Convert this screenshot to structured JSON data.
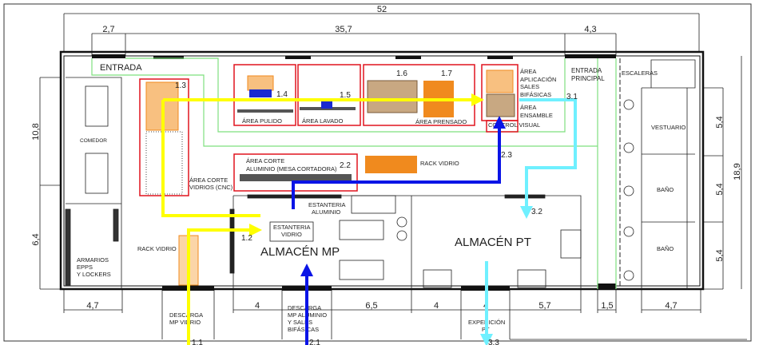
{
  "title": "Layout planta",
  "colors": {
    "zone_border": "#e0141e",
    "aisle": "#7ee07e",
    "flow_1": "#ffff00",
    "flow_2": "#0a14e6",
    "flow_3": "#6ff0ff",
    "equipment": "#f08a1e",
    "wall": "#111111"
  },
  "dimensions": {
    "total_width": "52",
    "top_left": "2,7",
    "top_mid": "35,7",
    "top_right": "4,3",
    "left_upper": "10,8",
    "left_lower": "6,4",
    "right_1": "5,4",
    "right_2": "5,4",
    "right_3": "5,4",
    "right_total": "18,9",
    "bottom": [
      "4,7",
      "4",
      "6,5",
      "4",
      "4",
      "5,7",
      "1,5",
      "4,7"
    ]
  },
  "areas": {
    "entrada": "ENTRADA",
    "entrada_principal_1": "ENTRADA",
    "entrada_principal_2": "PRINCIPAL",
    "escaleras": "ESCALERAS",
    "comedor": "COMEDOR",
    "armarios": [
      "ARMARIOS",
      "EPPS",
      "Y LOCKERS"
    ],
    "corte_vidrios": [
      "ÁREA CORTE",
      "VIDRIOS (CNC)"
    ],
    "pulido": "ÁREA PULIDO",
    "lavado": "ÁREA LAVADO",
    "prensado": "ÁREA PRENSADO",
    "aplicacion": [
      "ÁREA",
      "APLICACIÓN",
      "SALES",
      "BIFÁSICAS"
    ],
    "ensamble": [
      "ÁREA",
      "ENSAMBLE"
    ],
    "control": "CONTROL VISUAL",
    "corte_aluminio": [
      "ÁREA CORTE",
      "ALUMINIO (MESA CORTADORA)"
    ],
    "rack_vidrio_1": "RACK VIDRIO",
    "rack_vidrio_2": "RACK VIDRIO",
    "estanteria_aluminio": [
      "ESTANTERIA",
      "ALUMINIO"
    ],
    "estanteria_vidrio": [
      "ESTANTERIA",
      "VIDRIO"
    ],
    "almacen_mp": "ALMACÉN MP",
    "almacen_pt": "ALMACÉN PT",
    "vestuario": "VESTUARIO",
    "bano_1": "BAÑO",
    "bano_2": "BAÑO",
    "descarga_vidrio": [
      "DESCARGA",
      "MP VIDRIO"
    ],
    "descarga_aluminio": [
      "DESCARGA",
      "MP ALUMINIO",
      "Y SALES",
      "BIFÁSICAS"
    ],
    "expedicion": [
      "EXPEDICIÓN",
      "PT"
    ]
  },
  "flow_steps": [
    "1.1",
    "1.2",
    "1.3",
    "1.4",
    "1.5",
    "1.6",
    "1.7",
    "2.1",
    "2.2",
    "2.3",
    "3.1",
    "3.2",
    "3.3"
  ]
}
